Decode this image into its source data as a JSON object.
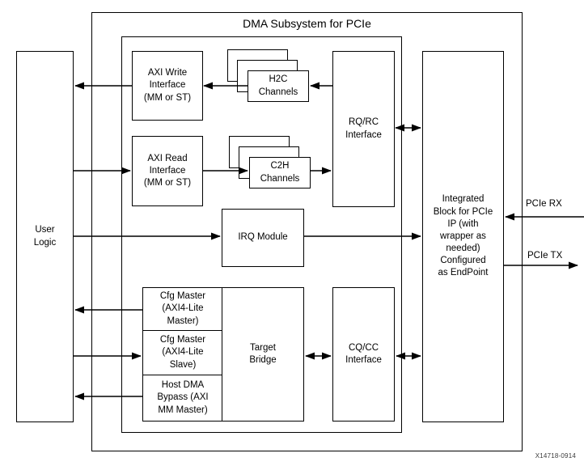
{
  "title": "DMA Subsystem for PCIe",
  "watermark": "X14718-0914",
  "colors": {
    "line": "#000000",
    "background": "#ffffff",
    "text": "#000000"
  },
  "nodes": {
    "user_logic": "User\nLogic",
    "axi_write": "AXI Write\nInterface\n(MM or ST)",
    "h2c": "H2C\nChannels",
    "axi_read": "AXI Read\nInterface\n(MM or ST)",
    "c2h": "C2H\nChannels",
    "rq_rc": "RQ/RC\nInterface",
    "irq": "IRQ Module",
    "cfg_master": "Cfg Master\n(AXI4-Lite\nMaster)",
    "cfg_slave": "Cfg Master\n(AXI4-Lite\nSlave)",
    "host_bypass": "Host DMA\nBypass (AXI\nMM Master)",
    "target_bridge": "Target\nBridge",
    "cq_cc": "CQ/CC\nInterface",
    "integrated": "Integrated\nBlock for PCIe\nIP (with\nwrapper as\nneeded)\nConfigured\nas EndPoint"
  },
  "ports": {
    "rx": "PCIe RX",
    "tx": "PCIe TX"
  },
  "edges": [
    {
      "from": "RQ/RC Interface",
      "to": "H2C Channels",
      "dir": "one-way"
    },
    {
      "from": "H2C Channels",
      "to": "AXI Write Interface (MM or ST)",
      "dir": "one-way"
    },
    {
      "from": "AXI Write Interface (MM or ST)",
      "to": "User Logic",
      "dir": "one-way"
    },
    {
      "from": "User Logic",
      "to": "AXI Read Interface (MM or ST)",
      "dir": "one-way"
    },
    {
      "from": "AXI Read Interface (MM or ST)",
      "to": "C2H Channels",
      "dir": "one-way"
    },
    {
      "from": "C2H Channels",
      "to": "RQ/RC Interface",
      "dir": "one-way"
    },
    {
      "from": "RQ/RC Interface",
      "to": "Integrated Block for PCIe IP",
      "dir": "two-way"
    },
    {
      "from": "User Logic",
      "to": "IRQ Module",
      "dir": "one-way"
    },
    {
      "from": "IRQ Module",
      "to": "Integrated Block for PCIe IP",
      "dir": "one-way"
    },
    {
      "from": "Cfg Master (AXI4-Lite Master)",
      "to": "User Logic",
      "dir": "one-way"
    },
    {
      "from": "User Logic",
      "to": "Cfg Master (AXI4-Lite Slave)",
      "dir": "one-way"
    },
    {
      "from": "Host DMA Bypass (AXI MM Master)",
      "to": "User Logic",
      "dir": "one-way"
    },
    {
      "from": "Target Bridge",
      "to": "CQ/CC Interface",
      "dir": "two-way"
    },
    {
      "from": "CQ/CC Interface",
      "to": "Integrated Block for PCIe IP",
      "dir": "two-way"
    },
    {
      "from": "PCIe RX",
      "to": "Integrated Block for PCIe IP",
      "dir": "one-way"
    },
    {
      "from": "Integrated Block for PCIe IP",
      "to": "PCIe TX",
      "dir": "one-way"
    }
  ]
}
